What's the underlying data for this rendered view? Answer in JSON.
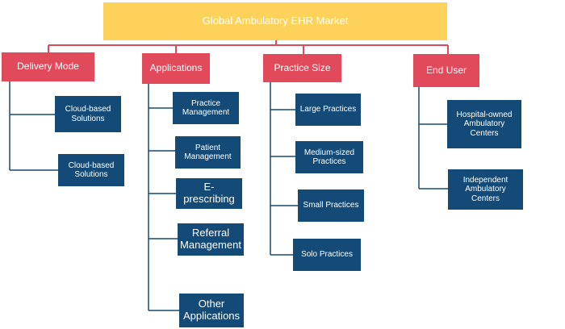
{
  "root": {
    "label": "Global Ambulatory EHR Market"
  },
  "categories": [
    {
      "label": "Delivery Mode",
      "items": [
        "Cloud-based Solutions",
        "Cloud-based Solutions"
      ]
    },
    {
      "label": "Applications",
      "items": [
        "Practice Management",
        "Patient Management",
        "E-prescribing",
        "Referral Management",
        "Other Applications"
      ]
    },
    {
      "label": "Practice Size",
      "items": [
        "Large Practices",
        "Medium-sized Practices",
        "Small Practices",
        "Solo Practices"
      ]
    },
    {
      "label": "End User",
      "items": [
        "Hospital-owned Ambulatory Centers",
        "Independent Ambulatory Centers"
      ]
    }
  ],
  "colors": {
    "root": "#fdd25b",
    "category": "#e04a5a",
    "leaf": "#134a77",
    "connector_top": "#e04a5a",
    "connector_branch": "#134a77"
  }
}
